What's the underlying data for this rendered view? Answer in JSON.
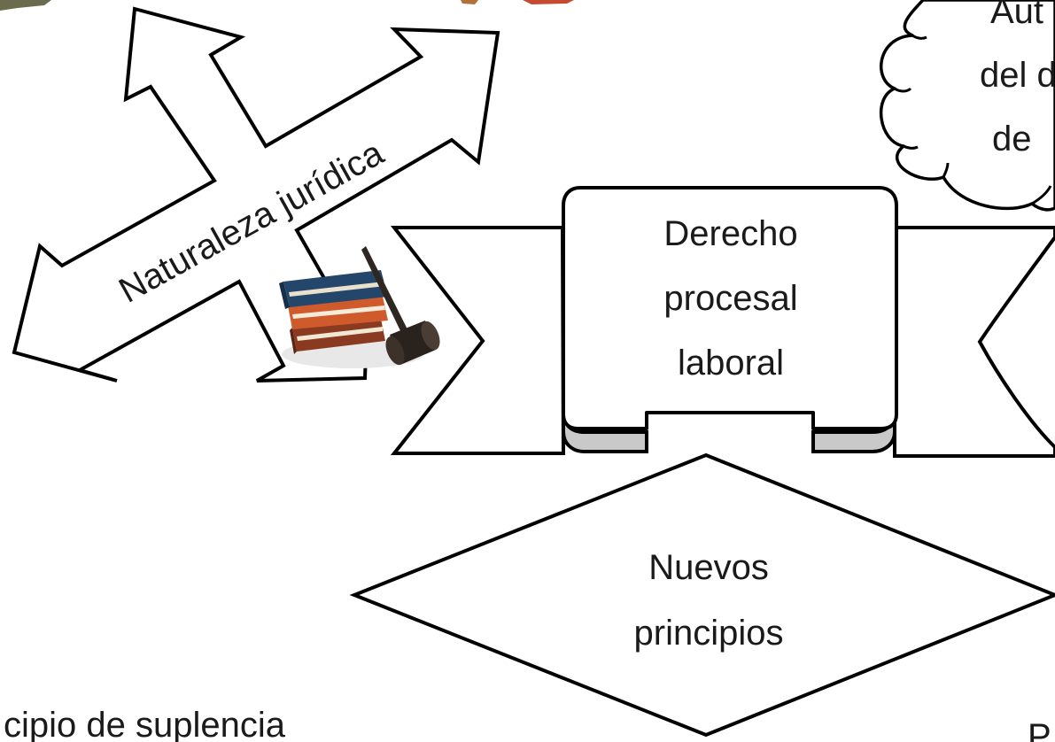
{
  "diagram": {
    "arrow_label": "Naturaleza jurídica",
    "banner_lines": [
      "Derecho",
      "procesal",
      "laboral"
    ],
    "cloud_lines": [
      "Aut",
      "del d",
      "de"
    ],
    "diamond_lines": [
      "Nuevos",
      "principios"
    ],
    "bottom_left_text": "cipio de suplencia",
    "bottom_right_text": "P",
    "image_icon": "books-and-gavel-icon"
  },
  "colors": {
    "stroke": "#000000",
    "text": "#1a1a1a",
    "scroll_fill": "#c9c9c9",
    "background": "#ffffff"
  }
}
